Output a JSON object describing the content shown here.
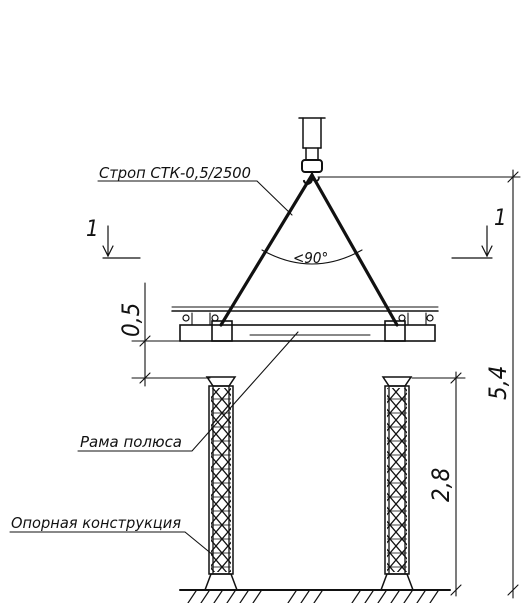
{
  "labels": {
    "sling": "Строп СТК-0,5/2500",
    "frame": "Рама полюса",
    "support": "Опорная конструкция",
    "angle": "<90°",
    "section_left": "1",
    "section_right": "1"
  },
  "dimensions": {
    "lift_height": "0,5",
    "total_height": "5,4",
    "support_height": "2,8"
  },
  "colors": {
    "line": "#111111",
    "background": "#ffffff"
  },
  "icons": {
    "hook": "crane-hook-icon",
    "section_arrow": "arrow-down-icon"
  }
}
